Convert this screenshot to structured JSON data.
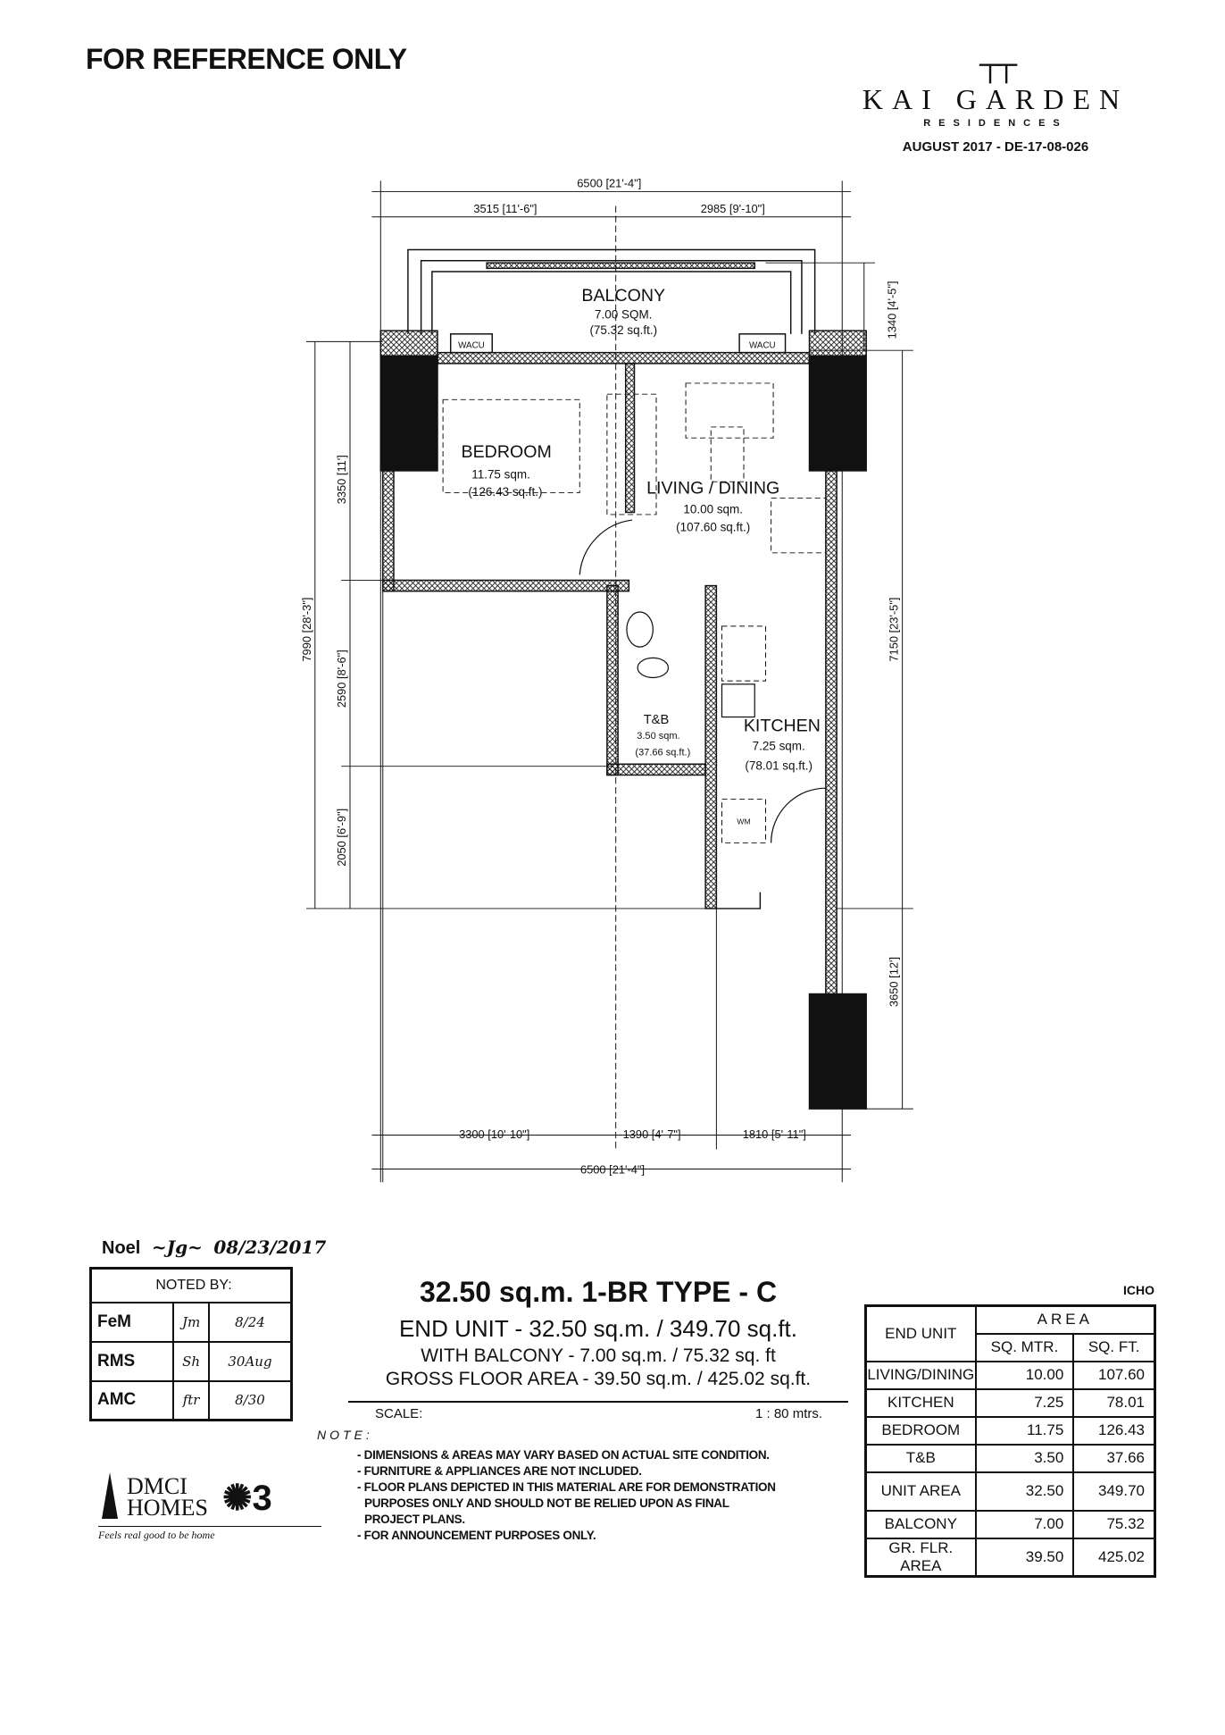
{
  "header": {
    "reference": "FOR REFERENCE ONLY",
    "brand": "KAI GARDEN",
    "brand_sub": "RESIDENCES",
    "date_code": "AUGUST 2017 - DE-17-08-026"
  },
  "plan": {
    "rooms": {
      "balcony": {
        "name": "BALCONY",
        "sqm": "7.00 SQM.",
        "sqft": "(75.32 sq.ft.)"
      },
      "bedroom": {
        "name": "BEDROOM",
        "sqm": "11.75 sqm.",
        "sqft": "(126.43 sq.ft.)"
      },
      "living": {
        "name": "LIVING / DINING",
        "sqm": "10.00 sqm.",
        "sqft": "(107.60 sq.ft.)"
      },
      "tb": {
        "name": "T&B",
        "sqm": "3.50 sqm.",
        "sqft": "(37.66 sq.ft.)"
      },
      "kitchen": {
        "name": "KITCHEN",
        "sqm": "7.25 sqm.",
        "sqft": "(78.01 sq.ft.)"
      },
      "wacu": "WACU",
      "wm": "WM"
    },
    "dims": {
      "top_total": "6500 [21'-4\"]",
      "top_left": "3515 [11'-6\"]",
      "top_right": "2985 [9'-10\"]",
      "left_total": "7990 [28'-3\"]",
      "left_1": "3350 [11']",
      "left_2": "2590 [8'-6\"]",
      "left_3": "2050 [6'-9\"]",
      "right_1": "1340 [4'-5\"]",
      "right_2": "7150 [23'-5\"]",
      "right_3": "3650 [12']",
      "bottom_1": "3300 [10'-10\"]",
      "bottom_2": "1390 [4'-7\"]",
      "bottom_3": "1810 [5'-11\"]",
      "bottom_total": "6500 [21'-4\"]"
    }
  },
  "approval": {
    "name": "Noel",
    "date": "08/23/2017",
    "noted_by": "NOTED BY:",
    "rows": [
      {
        "who": "FeM",
        "date": "8/24"
      },
      {
        "who": "RMS",
        "date": "30Aug"
      },
      {
        "who": "AMC",
        "date": "8/30"
      }
    ]
  },
  "title": {
    "main": "32.50 sq.m. 1-BR TYPE - C",
    "end_unit": "END UNIT - 32.50 sq.m. / 349.70 sq.ft.",
    "balcony": "WITH BALCONY - 7.00 sq.m. / 75.32 sq. ft",
    "gross": "GROSS FLOOR AREA - 39.50 sq.m. / 425.02 sq.ft.",
    "scale_label": "SCALE:",
    "scale_value": "1 : 80 mtrs."
  },
  "notes": {
    "heading": "NOTE:",
    "items": [
      "- DIMENSIONS & AREAS MAY VARY BASED ON ACTUAL SITE CONDITION.",
      "- FURNITURE & APPLIANCES ARE NOT INCLUDED.",
      "- FLOOR PLANS DEPICTED IN THIS MATERIAL ARE FOR DEMONSTRATION",
      "PURPOSES ONLY AND SHOULD NOT BE RELIED UPON AS FINAL",
      "PROJECT PLANS.",
      "- FOR ANNOUNCEMENT PURPOSES ONLY."
    ]
  },
  "stamp": "ICHO",
  "area_table": {
    "unit_header": "END UNIT",
    "area_header": "AREA",
    "col_sqm": "SQ. MTR.",
    "col_sqft": "SQ. FT.",
    "rows": [
      [
        "LIVING/DINING",
        "10.00",
        "107.60"
      ],
      [
        "KITCHEN",
        "7.25",
        "78.01"
      ],
      [
        "BEDROOM",
        "11.75",
        "126.43"
      ],
      [
        "T&B",
        "3.50",
        "37.66"
      ],
      [
        "UNIT AREA",
        "32.50",
        "349.70"
      ],
      [
        "BALCONY",
        "7.00",
        "75.32"
      ],
      [
        "GR. FLR. AREA",
        "39.50",
        "425.02"
      ]
    ]
  },
  "developer": {
    "name_line1": "DMCI",
    "name_line2": "HOMES",
    "tagline": "Feels real good to be home"
  }
}
